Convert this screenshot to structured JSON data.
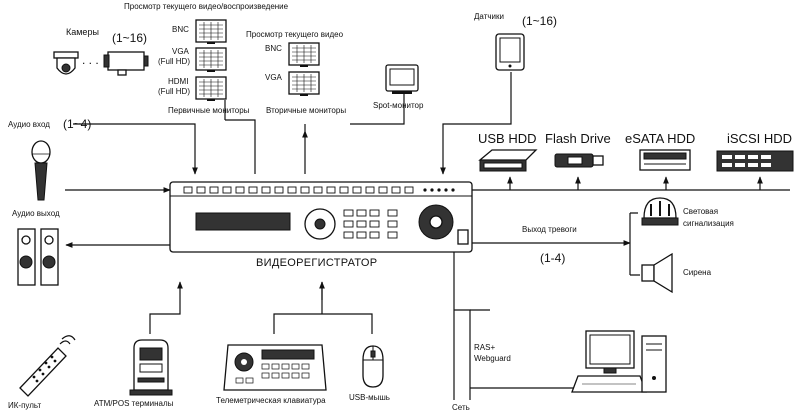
{
  "labels": {
    "cameras": "Камеры",
    "cameras_count": "(1~16)",
    "cameras_dots": ". . .",
    "primary_title": "Просмотр текущего видео/воспроизведение",
    "bnc": "BNC",
    "vga": "VGA",
    "full_hd_1": "(Full HD)",
    "hdmi": "HDMI",
    "full_hd_2": "(Full HD)",
    "primary_monitors": "Первичные мониторы",
    "secondary_title": "Просмотр текущего видео",
    "bnc2": "BNC",
    "vga2": "VGA",
    "secondary_monitors": "Вторичные мониторы",
    "spot_monitor": "Spot-монитор",
    "sensors": "Датчики",
    "sensors_count": "(1~16)",
    "audio_in": "Аудио вход",
    "audio_in_count": "(1~4)",
    "audio_out": "Аудио выход",
    "usb_hdd": "USB HDD",
    "flash_drive": "Flash Drive",
    "esata_hdd": "eSATA HDD",
    "iscsi_hdd": "iSCSI HDD",
    "alarm_out": "Выход тревоги",
    "alarm_count": "(1-4)",
    "light_1": "Световая",
    "light_2": "сигнализация",
    "siren": "Сирена",
    "dvr": "ВИДЕОРЕГИСТРАТОР",
    "ir_remote": "ИК-пульт",
    "atm_pos": "ATM/POS терминалы",
    "telemetry_keyboard": "Телеметрическая клавиатура",
    "usb_mouse": "USB-мышь",
    "ras_1": "RAS+",
    "ras_2": "Webguard",
    "network": "Сеть"
  },
  "icons": {
    "camera": "camera-icon",
    "monitor": "monitor-icon",
    "sensor": "sensor-icon",
    "microphone": "microphone-icon",
    "speaker": "speaker-icon",
    "storage": "hdd-icon",
    "usb_flash": "usb-flash-icon",
    "rack": "rack-hdd-icon",
    "beacon": "beacon-light-icon",
    "siren": "siren-icon",
    "remote": "remote-icon",
    "atm": "atm-icon",
    "keyboard": "ptz-keyboard-icon",
    "mouse": "mouse-icon",
    "pc": "pc-icon"
  }
}
